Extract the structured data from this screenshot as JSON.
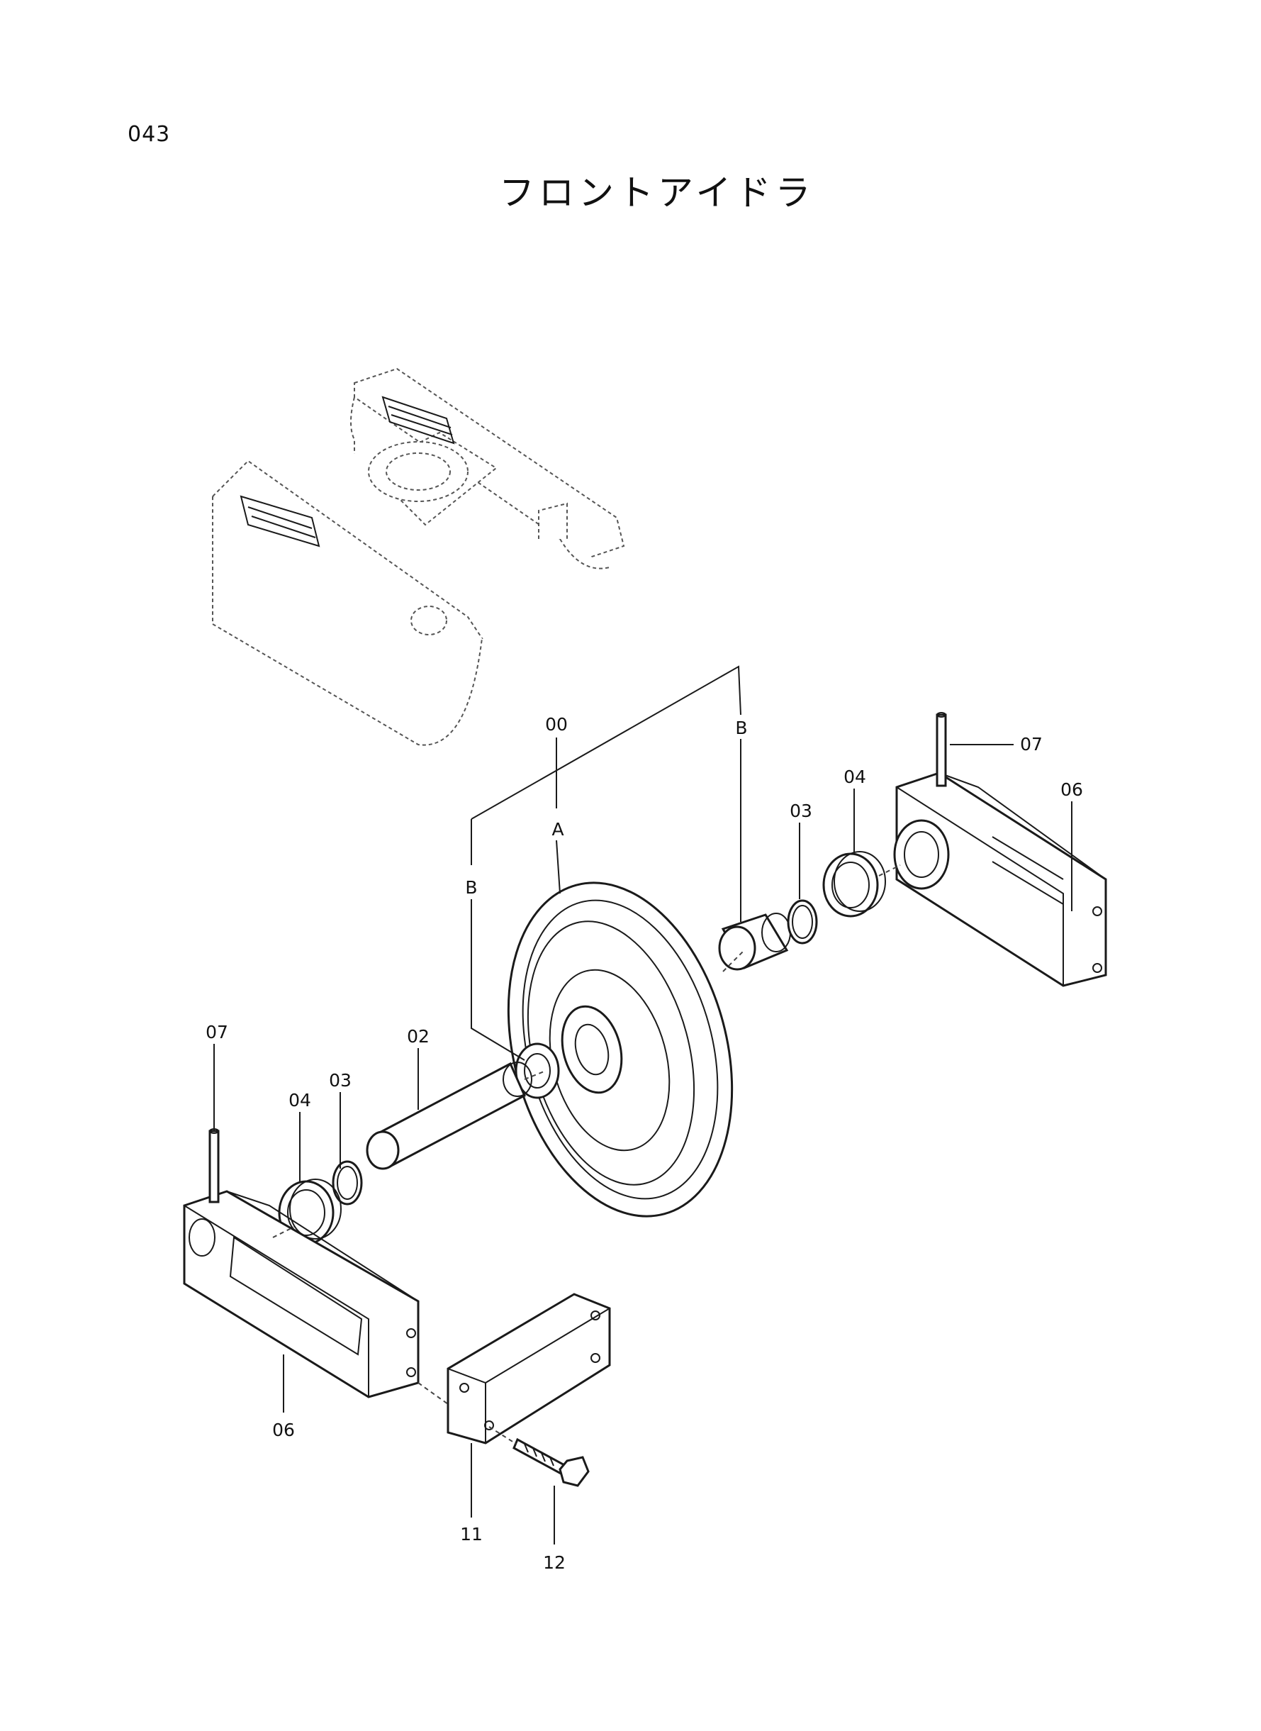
{
  "page": {
    "number": "043",
    "title": "フロントアイドラ"
  },
  "callouts": {
    "c00": "00",
    "cA": "A",
    "cB_upper": "B",
    "cB_left": "B",
    "c02": "02",
    "c03_left": "03",
    "c03_right": "03",
    "c04_left": "04",
    "c04_right": "04",
    "c06_left": "06",
    "c06_right": "06",
    "c07_left": "07",
    "c07_right": "07",
    "c11": "11",
    "c12": "12"
  }
}
